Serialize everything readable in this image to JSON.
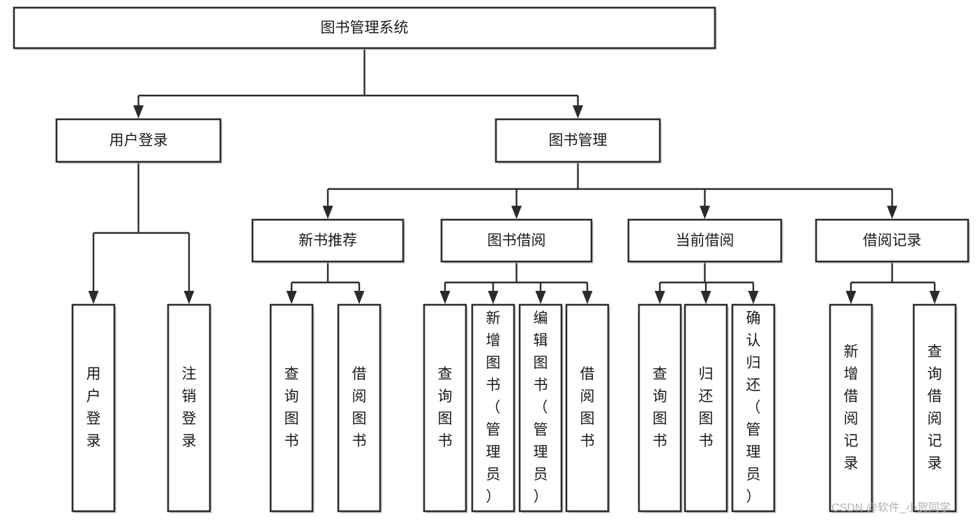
{
  "diagram": {
    "type": "tree",
    "title": "图书管理系统",
    "orientation": "top-down",
    "colors": {
      "background": "#ffffff",
      "box_fill": "#ffffff",
      "box_stroke": "#2b2b2b",
      "connector": "#2b2b2b",
      "text": "#1a1a1a",
      "watermark": "#b2b2b2"
    },
    "nodes": {
      "root": {
        "label": "图书管理系统",
        "orient": "horizontal"
      },
      "level2": [
        {
          "id": "user-login",
          "label": "用户登录",
          "orient": "horizontal"
        },
        {
          "id": "book-management",
          "label": "图书管理",
          "orient": "horizontal"
        }
      ],
      "level3": [
        {
          "id": "new-book-recommend",
          "label": "新书推荐",
          "orient": "horizontal"
        },
        {
          "id": "book-borrow",
          "label": "图书借阅",
          "orient": "horizontal"
        },
        {
          "id": "current-borrow",
          "label": "当前借阅",
          "orient": "horizontal"
        },
        {
          "id": "borrow-record",
          "label": "借阅记录",
          "orient": "horizontal"
        }
      ],
      "leaves": [
        {
          "id": "leaf-user-login",
          "label": "用户登录",
          "orient": "vertical",
          "parent": "user-login"
        },
        {
          "id": "leaf-logout",
          "label": "注销登录",
          "orient": "vertical",
          "parent": "user-login"
        },
        {
          "id": "leaf-query-book-1",
          "label": "查询图书",
          "orient": "vertical",
          "parent": "new-book-recommend"
        },
        {
          "id": "leaf-borrow-book-1",
          "label": "借阅图书",
          "orient": "vertical",
          "parent": "new-book-recommend"
        },
        {
          "id": "leaf-query-book-2",
          "label": "查询图书",
          "orient": "vertical",
          "parent": "book-borrow"
        },
        {
          "id": "leaf-add-book",
          "label": "新增图书（管理员）",
          "orient": "vertical",
          "parent": "book-borrow"
        },
        {
          "id": "leaf-edit-book",
          "label": "编辑图书（管理员）",
          "orient": "vertical",
          "parent": "book-borrow"
        },
        {
          "id": "leaf-borrow-book-2",
          "label": "借阅图书",
          "orient": "vertical",
          "parent": "book-borrow"
        },
        {
          "id": "leaf-query-book-3",
          "label": "查询图书",
          "orient": "vertical",
          "parent": "current-borrow"
        },
        {
          "id": "leaf-return-book",
          "label": "归还图书",
          "orient": "vertical",
          "parent": "current-borrow"
        },
        {
          "id": "leaf-confirm-return",
          "label": "确认归还（管理员）",
          "orient": "vertical",
          "parent": "current-borrow"
        },
        {
          "id": "leaf-add-record",
          "label": "新增借阅记录",
          "orient": "vertical",
          "parent": "borrow-record"
        },
        {
          "id": "leaf-query-record",
          "label": "查询借阅记录",
          "orient": "vertical",
          "parent": "borrow-record"
        }
      ]
    },
    "edges": [
      {
        "from": "root",
        "to": "user-login"
      },
      {
        "from": "root",
        "to": "book-management"
      },
      {
        "from": "book-management",
        "to": "new-book-recommend"
      },
      {
        "from": "book-management",
        "to": "book-borrow"
      },
      {
        "from": "book-management",
        "to": "current-borrow"
      },
      {
        "from": "book-management",
        "to": "borrow-record"
      },
      {
        "from": "user-login",
        "to": "leaf-user-login"
      },
      {
        "from": "user-login",
        "to": "leaf-logout"
      },
      {
        "from": "new-book-recommend",
        "to": "leaf-query-book-1"
      },
      {
        "from": "new-book-recommend",
        "to": "leaf-borrow-book-1"
      },
      {
        "from": "book-borrow",
        "to": "leaf-query-book-2"
      },
      {
        "from": "book-borrow",
        "to": "leaf-add-book"
      },
      {
        "from": "book-borrow",
        "to": "leaf-edit-book"
      },
      {
        "from": "book-borrow",
        "to": "leaf-borrow-book-2"
      },
      {
        "from": "current-borrow",
        "to": "leaf-query-book-3"
      },
      {
        "from": "current-borrow",
        "to": "leaf-return-book"
      },
      {
        "from": "current-borrow",
        "to": "leaf-confirm-return"
      },
      {
        "from": "borrow-record",
        "to": "leaf-add-record"
      },
      {
        "from": "borrow-record",
        "to": "leaf-query-record"
      }
    ]
  },
  "watermark": {
    "label": "CSDN @软件_小贺同学"
  }
}
